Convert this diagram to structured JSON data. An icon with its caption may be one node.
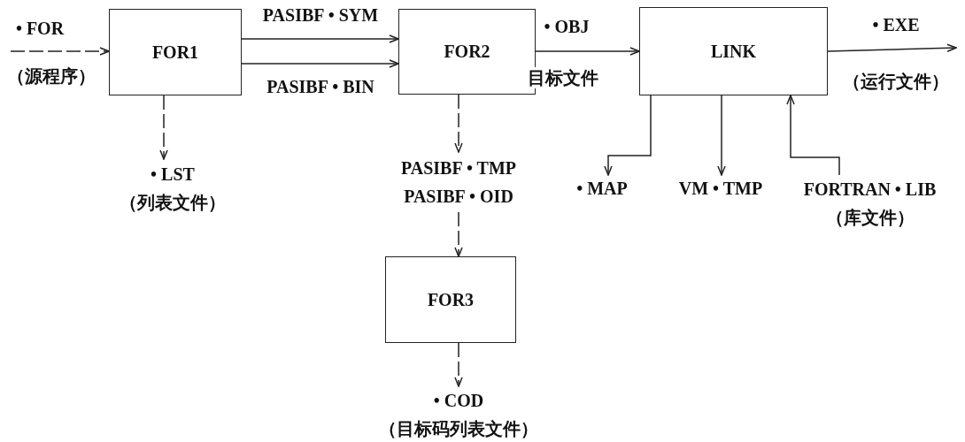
{
  "diagram": {
    "nodes": [
      {
        "text": [
          "FOR1"
        ]
      },
      {
        "text": [
          "FOR2"
        ]
      },
      {
        "text": [
          "LINK"
        ]
      },
      {
        "text": [
          "• LST",
          "（列表文件）"
        ]
      },
      {
        "text": [
          "PASIBF • TMP",
          "PASIBF • OID"
        ]
      },
      {
        "text": [
          "FOR3"
        ]
      },
      {
        "text": [
          "• COD",
          "（目标码列表文件）"
        ]
      },
      {
        "text": [
          "• MAP"
        ]
      },
      {
        "text": [
          "VM • TMP"
        ]
      },
      {
        "text": [
          "FORTRAN • LIB",
          "（库文件）"
        ]
      }
    ],
    "edges": [
      {
        "from": null,
        "to": 0,
        "arrow": "to",
        "label": "• FOR",
        "style": "dashed"
      },
      {
        "from": 0,
        "to": 1,
        "arrow": "to",
        "label": "PASIBF • SYM"
      },
      {
        "from": 0,
        "to": 1,
        "arrow": "to",
        "label": "PASIBF • BIN"
      },
      {
        "from": 1,
        "to": 2,
        "arrow": "to",
        "label": "• OBJ"
      },
      {
        "from": 2,
        "to": null,
        "arrow": "to",
        "label": "• EXE"
      },
      {
        "from": 0,
        "to": 3,
        "arrow": "to",
        "style": "dashed"
      },
      {
        "from": 1,
        "to": 4,
        "arrow": "to",
        "style": "dashed"
      },
      {
        "from": 4,
        "to": 5,
        "arrow": "to",
        "style": "dashed"
      },
      {
        "from": 5,
        "to": 6,
        "arrow": "to",
        "style": "dashed"
      },
      {
        "from": 2,
        "to": 7,
        "arrow": "to"
      },
      {
        "from": 2,
        "to": 8,
        "arrow": "to"
      },
      {
        "from": 9,
        "to": 2,
        "arrow": "to"
      }
    ],
    "labels": [
      "（源程序）",
      "目标文件",
      "（运行文件）"
    ]
  }
}
